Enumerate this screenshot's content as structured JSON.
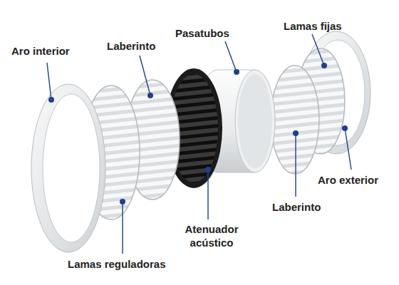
{
  "diagram": {
    "labels": [
      "Aro interior",
      "Laberinto",
      "Pasatubos",
      "Lamas fijas",
      "Aro exterior",
      "Laberinto",
      "Atenuador acústico",
      "Lamas reguladoras"
    ]
  }
}
